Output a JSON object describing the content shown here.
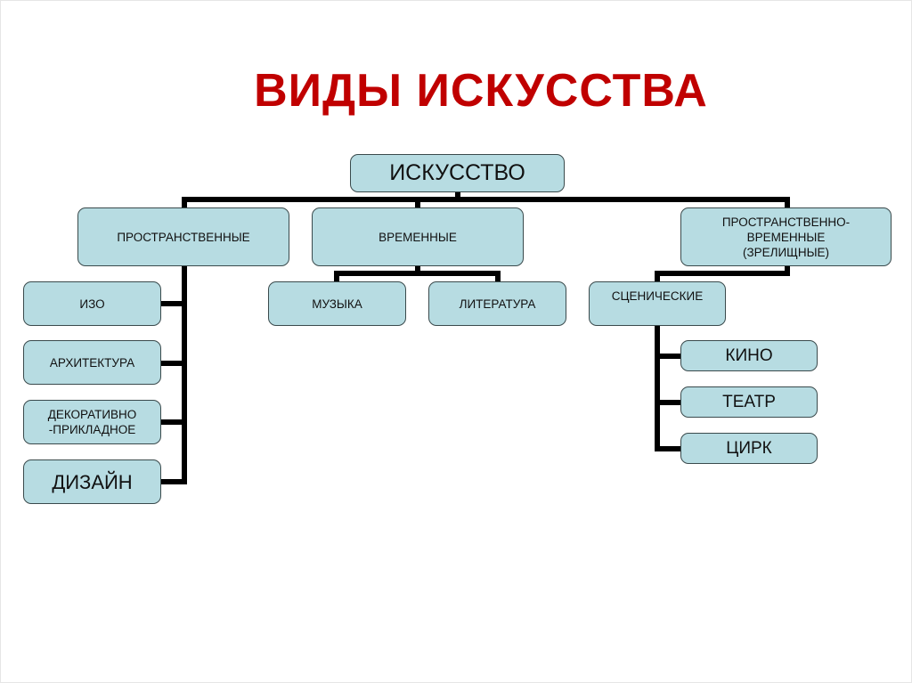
{
  "title": "ВИДЫ ИСКУССТВА",
  "colors": {
    "title": "#c00000",
    "box_fill": "#b7dce2",
    "connector": "#000000"
  },
  "root": "ИСКУССТВО",
  "categories": [
    {
      "label": "ПРОСТРАНСТВЕННЫЕ",
      "children": [
        "ИЗО",
        "АРХИТЕКТУРА",
        "ДЕКОРАТИВНО -ПРИКЛАДНОЕ",
        "ДИЗАЙН"
      ]
    },
    {
      "label": "ВРЕМЕННЫЕ",
      "children": [
        "МУЗЫКА",
        "ЛИТЕРАТУРА"
      ]
    },
    {
      "label": "ПРОСТРАНСТВЕННО- ВРЕМЕННЫЕ (ЗРЕЛИЩНЫЕ)",
      "children": [
        {
          "label": "СЦЕНИЧЕСКИЕ",
          "children": [
            "КИНО",
            "ТЕАТР",
            "ЦИРК"
          ]
        }
      ]
    }
  ]
}
